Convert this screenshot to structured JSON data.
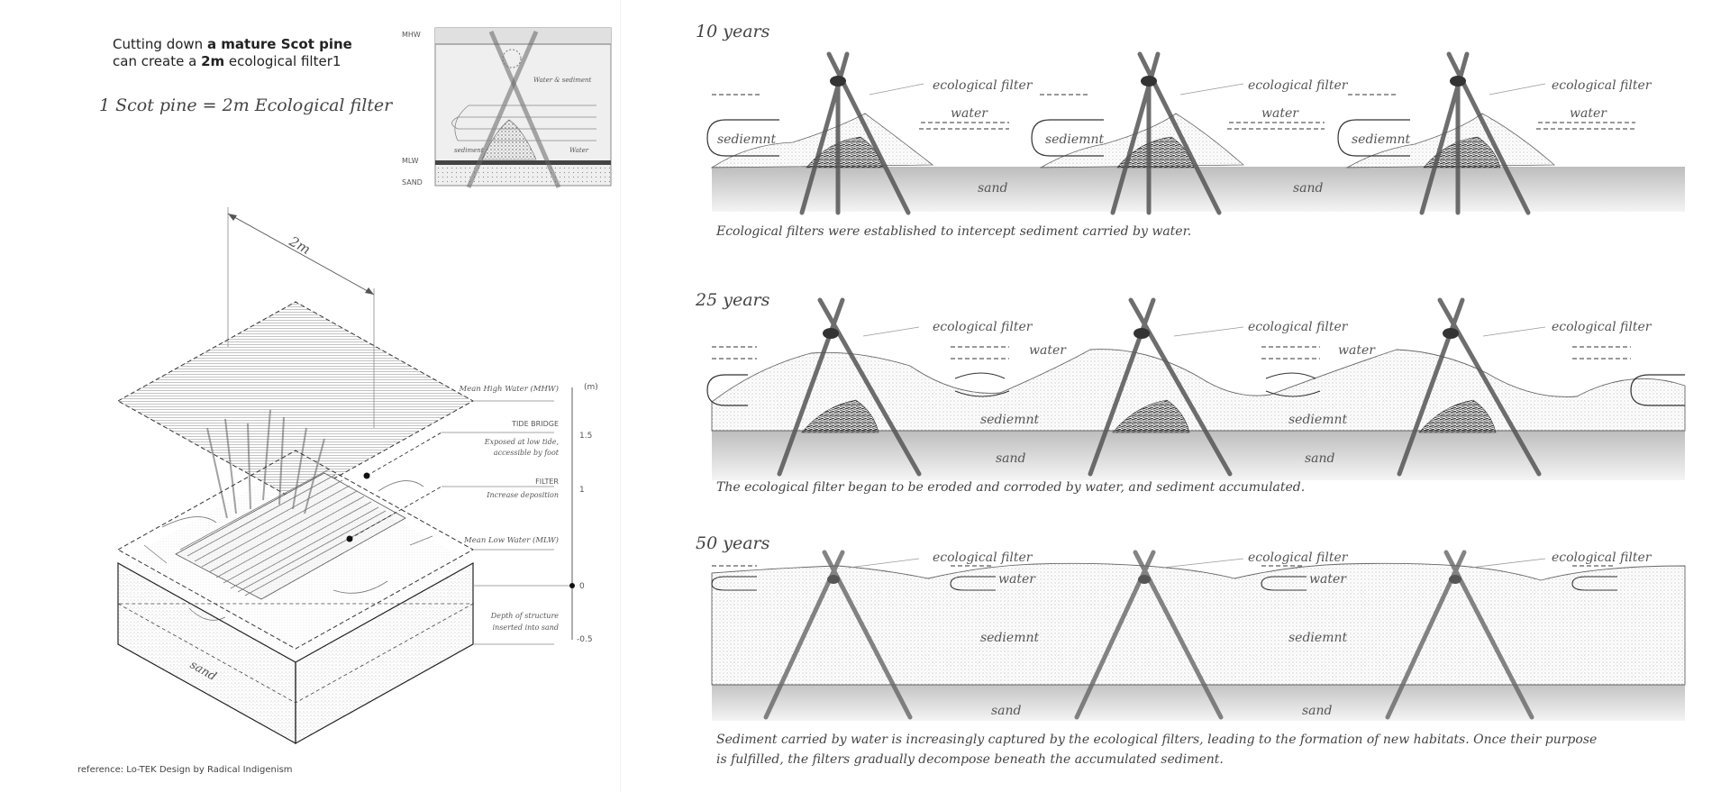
{
  "left": {
    "intro_line1_pre": "Cutting down ",
    "intro_line1_bold": "a mature Scot pine",
    "intro_line2_pre": "can create a ",
    "intro_line2_bold": "2m",
    "intro_line2_post": " ecological filter1",
    "equation": "1 Scot pine = 2m Ecological filter",
    "section": {
      "mhw": "MHW",
      "mlw": "MLW",
      "sand": "SAND",
      "water_sediment": "Water & sediment",
      "sediment": "sediment",
      "water": "Water"
    },
    "axo": {
      "dimension": "2m",
      "unit": "(m)",
      "mhw_label": "Mean High Water (MHW)",
      "tide_bridge_title": "TIDE BRIDGE",
      "tide_bridge_desc1": "Exposed at low tide,",
      "tide_bridge_desc2": "accessible by foot",
      "filter_title": "FILTER",
      "filter_desc": "Increase deposition",
      "mlw_label": "Mean Low Water (MLW)",
      "depth_desc1": "Depth of structure",
      "depth_desc2": "inserted into sand",
      "tick_1_5": "1.5",
      "tick_1": "1",
      "tick_0": "0",
      "tick_neg": "-0.5",
      "sand": "sand"
    },
    "reference": "reference:  Lo-TEK Design by Radical Indigenism"
  },
  "right": {
    "panels": [
      {
        "title": "10 years",
        "caption": "Ecological filters were established to intercept sediment carried by water.",
        "filter_label": "ecological filter",
        "water_label": "water",
        "sediment_label": "sediemnt",
        "sand_label": "sand"
      },
      {
        "title": "25 years",
        "caption": "The ecological filter began to be eroded and corroded by water, and sediment accumulated.",
        "filter_label": "ecological filter",
        "water_label": "water",
        "sediment_label": "sediemnt",
        "sand_label": "sand"
      },
      {
        "title": "50 years",
        "caption_line1": "Sediment carried by water is increasingly captured by the ecological filters, leading to the formation of new habitats. Once their purpose",
        "caption_line2": "is fulfilled, the filters gradually decompose beneath the accumulated sediment.",
        "filter_label": "ecological filter",
        "water_label": "water",
        "sediment_label": "sediemnt",
        "sand_label": "sand"
      }
    ]
  }
}
